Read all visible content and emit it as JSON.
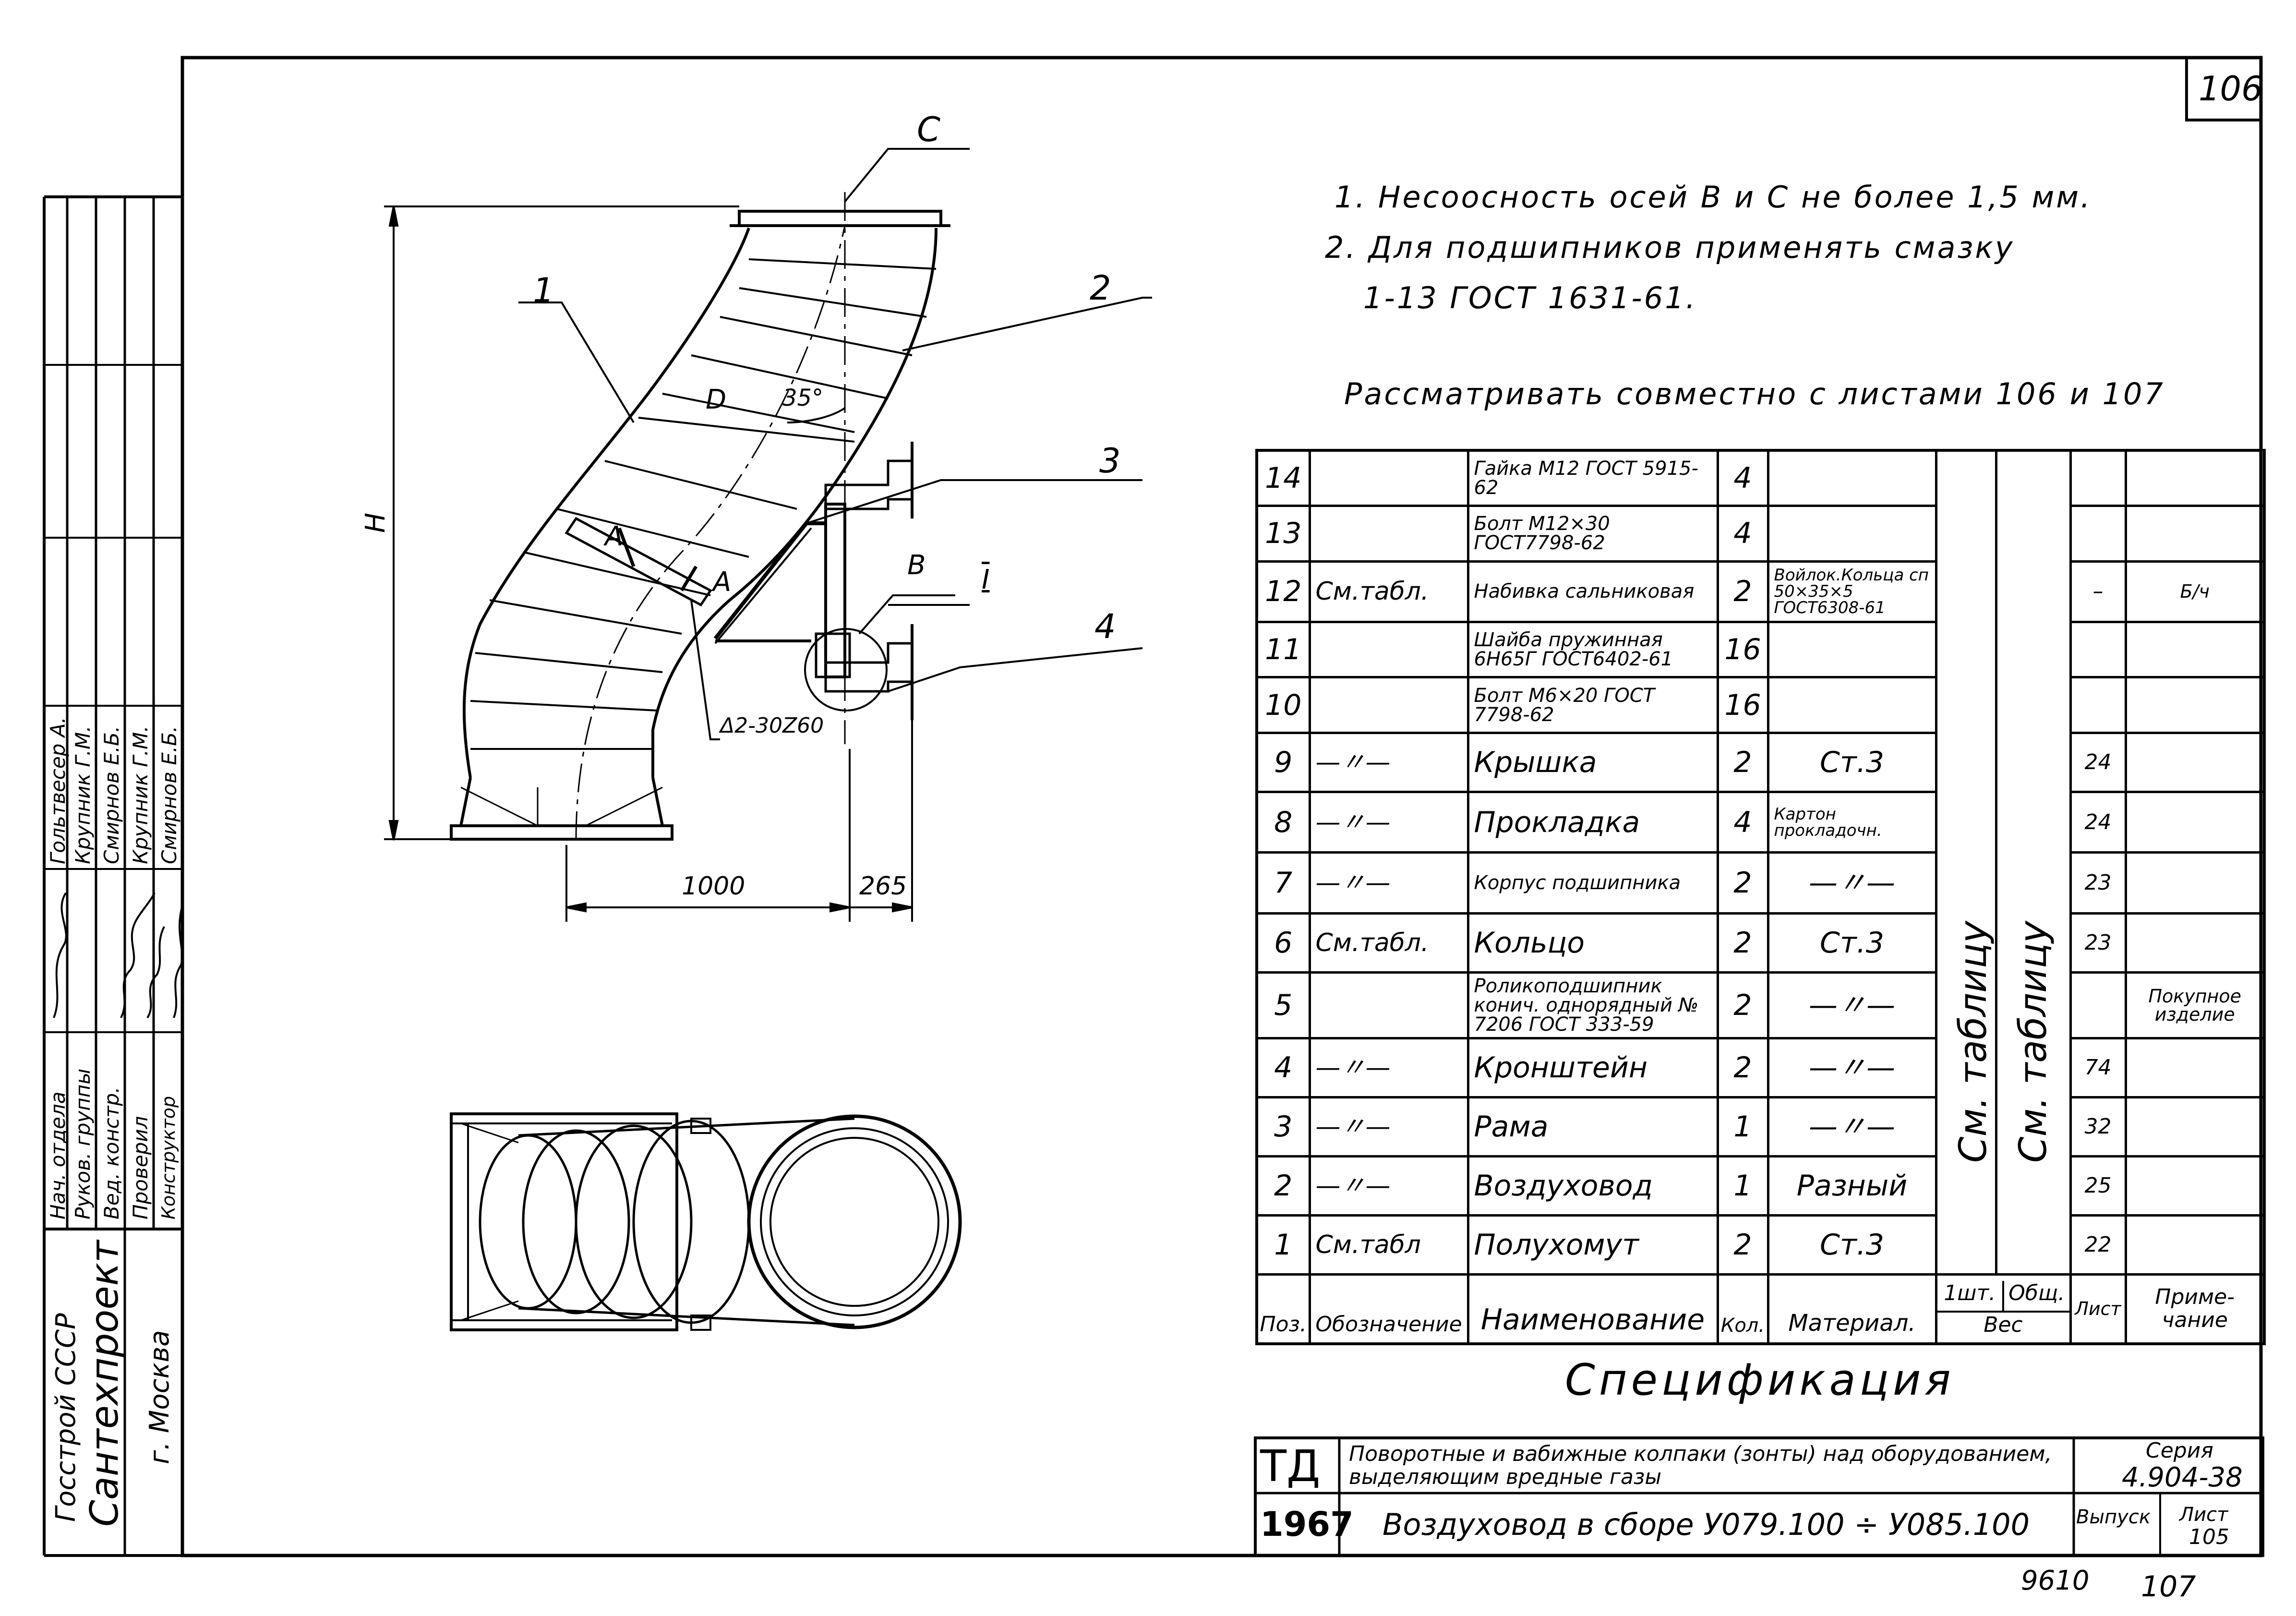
{
  "sheet_number": "106",
  "notes": [
    "1. Несоосность осей В и С не более 1,5 мм.",
    "2. Для подшипников применять смазку",
    "1-13 ГОСТ 1631-61.",
    "Рассматривать совместно с листами 106 и 107"
  ],
  "drawing_labels": {
    "C": "C",
    "n1": "1",
    "n2": "2",
    "n3": "3",
    "n4": "4",
    "D": "D",
    "angle": "35°",
    "A_left": "A",
    "A_right": "A",
    "B": "B",
    "I": "I",
    "H": "H",
    "weld": "Δ2-30Z60",
    "dim_1000": "1000",
    "dim_265": "265"
  },
  "spec": {
    "rows": [
      {
        "pos": "14",
        "oboz": "",
        "naim": "Гайка М12 ГОСТ 5915-62",
        "kol": "4",
        "mat": "",
        "list": "",
        "prim": ""
      },
      {
        "pos": "13",
        "oboz": "",
        "naim": "Болт М12×30 ГОСТ7798-62",
        "kol": "4",
        "mat": "",
        "list": "",
        "prim": ""
      },
      {
        "pos": "12",
        "oboz": "См.табл.",
        "naim": "Набивка сальниковая",
        "kol": "2",
        "mat": "Войлок.Кольца сп 50×35×5 ГОСТ6308-61",
        "list": "–",
        "prim": "Б/ч"
      },
      {
        "pos": "11",
        "oboz": "",
        "naim": "Шайба пружинная 6Н65Г ГОСТ6402-61",
        "kol": "16",
        "mat": "",
        "list": "",
        "prim": ""
      },
      {
        "pos": "10",
        "oboz": "",
        "naim": "Болт М6×20 ГОСТ 7798-62",
        "kol": "16",
        "mat": "",
        "list": "",
        "prim": ""
      },
      {
        "pos": "9",
        "oboz": "—〃—",
        "naim": "Крышка",
        "kol": "2",
        "mat": "Ст.3",
        "list": "24",
        "prim": ""
      },
      {
        "pos": "8",
        "oboz": "—〃—",
        "naim": "Прокладка",
        "kol": "4",
        "mat": "Картон прокладочн.",
        "list": "24",
        "prim": ""
      },
      {
        "pos": "7",
        "oboz": "—〃—",
        "naim": "Корпус подшипника",
        "kol": "2",
        "mat": "—〃—",
        "list": "23",
        "prim": ""
      },
      {
        "pos": "6",
        "oboz": "См.табл.",
        "naim": "Кольцо",
        "kol": "2",
        "mat": "Ст.3",
        "list": "23",
        "prim": ""
      },
      {
        "pos": "5",
        "oboz": "",
        "naim": "Роликоподшипник конич. однорядный № 7206 ГОСТ 333-59",
        "kol": "2",
        "mat": "—〃—",
        "list": "",
        "prim": "Покупное изделие"
      },
      {
        "pos": "4",
        "oboz": "—〃—",
        "naim": "Кронштейн",
        "kol": "2",
        "mat": "—〃—",
        "list": "74",
        "prim": ""
      },
      {
        "pos": "3",
        "oboz": "—〃—",
        "naim": "Рама",
        "kol": "1",
        "mat": "—〃—",
        "list": "32",
        "prim": ""
      },
      {
        "pos": "2",
        "oboz": "—〃—",
        "naim": "Воздуховод",
        "kol": "1",
        "mat": "Разный",
        "list": "25",
        "prim": ""
      },
      {
        "pos": "1",
        "oboz": "См.табл",
        "naim": "Полухомут",
        "kol": "2",
        "mat": "Ст.3",
        "list": "22",
        "prim": ""
      }
    ],
    "merged_weight_1": "См. таблицу",
    "merged_weight_2": "См. таблицу",
    "headers": {
      "pos": "Поз.",
      "oboz": "Обозначение",
      "naim": "Наименование",
      "kol": "Кол.",
      "mat": "Материал.",
      "sht": "1шт.",
      "obsh": "Общ.",
      "ves": "Вес",
      "list": "Лист",
      "prim": "Приме-чание"
    },
    "title": "Спецификация"
  },
  "title_block": {
    "td": "ТД",
    "year": "1967",
    "description": "Поворотные и вабижные колпаки (зонты) над оборудованием, выделяющим вредные газы",
    "drawing_name": "Воздуховод в сборе У079.100 ÷ У085.100",
    "series_label": "Серия",
    "series": "4.904-38",
    "vypusk": "Выпуск",
    "list_label": "Лист",
    "list_num": "105",
    "bottom_note": "9610",
    "bottom_num": "107"
  },
  "left_block": {
    "org1": "Госстрой СССР",
    "org2": "Сантехпроект",
    "org3": "г. Москва",
    "roles": [
      "Нач. отдела",
      "Руков. группы",
      "Вед. констр.",
      "Проверил",
      "Конструктор"
    ],
    "names": [
      "Гольтвесер А.",
      "Крупник Г.М.",
      "Смирнов Е.Б.",
      "Крупник Г.М.",
      "Смирнов Е.Б."
    ]
  }
}
